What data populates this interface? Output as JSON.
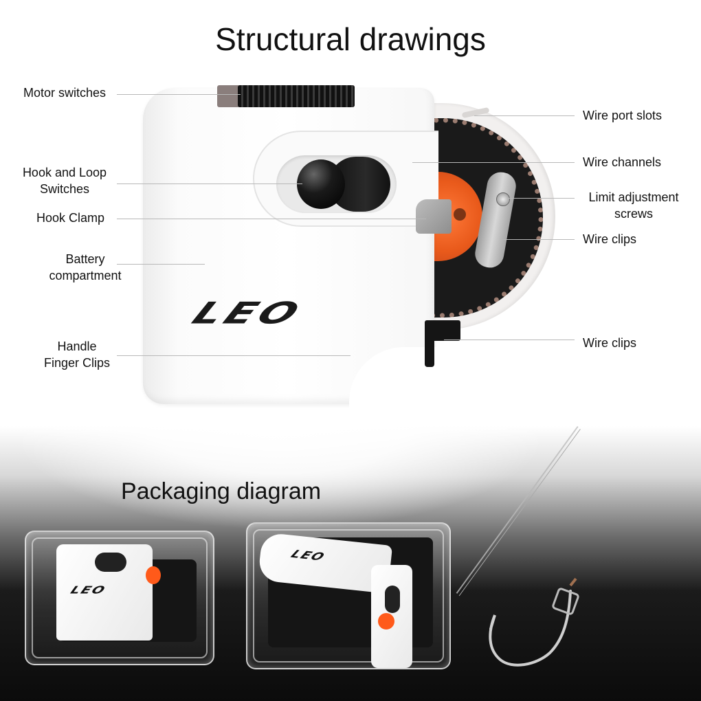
{
  "header": {
    "title": "Structural drawings"
  },
  "device": {
    "brand_logo": "LEO"
  },
  "callouts_left": [
    {
      "id": "motor-switches",
      "label": "Motor switches"
    },
    {
      "id": "hook-and-loop-switches",
      "label": "Hook and Loop\nSwitches"
    },
    {
      "id": "hook-clamp",
      "label": "Hook Clamp"
    },
    {
      "id": "battery-compartment",
      "label": "Battery\ncompartment"
    },
    {
      "id": "handle-finger-clips",
      "label": "Handle\nFinger Clips"
    }
  ],
  "callouts_right": [
    {
      "id": "wire-port-slots",
      "label": "Wire port slots"
    },
    {
      "id": "wire-channels",
      "label": "Wire channels"
    },
    {
      "id": "limit-adjustment-screws",
      "label": "Limit adjustment\nscrews"
    },
    {
      "id": "wire-clips-upper",
      "label": "Wire clips"
    },
    {
      "id": "wire-clips-lower",
      "label": "Wire clips"
    }
  ],
  "packaging": {
    "title": "Packaging diagram",
    "boxes": [
      {
        "id": "box-compact",
        "logo": "LEO"
      },
      {
        "id": "box-open",
        "logo": "LEO"
      }
    ]
  },
  "colors": {
    "accent_orange": "#e95a1b",
    "device_white": "#ffffff",
    "knob_black": "#111111",
    "leader_gray": "#b8b8b8"
  }
}
